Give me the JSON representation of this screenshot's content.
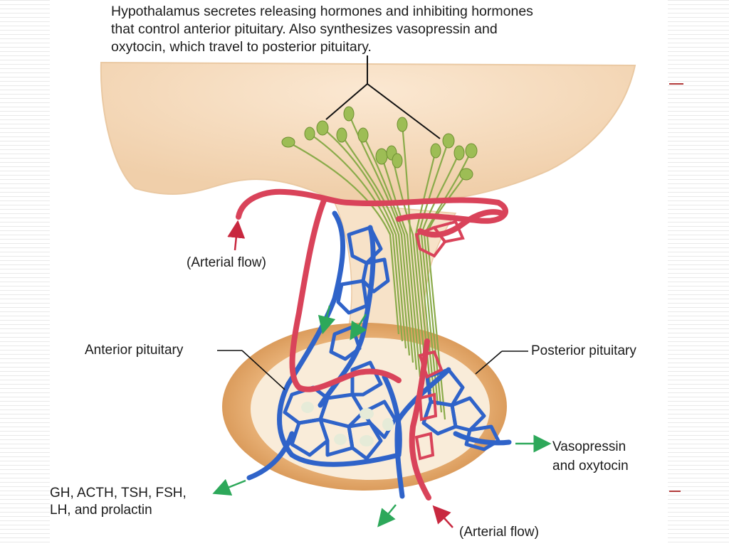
{
  "caption": {
    "line1": "Hypothalamus secretes releasing hormones and inhibiting hormones",
    "line2": "that control anterior pituitary.  Also synthesizes vasopressin and",
    "line3": "oxytocin, which travel to posterior pituitary."
  },
  "labels": {
    "arterial_top": "(Arterial flow)",
    "anterior_pituitary": "Anterior pituitary",
    "posterior_pituitary": "Posterior pituitary",
    "vasopressin_line1": "Vasopressin",
    "vasopressin_line2": "and oxytocin",
    "hormones_line1": "GH, ACTH, TSH, FSH,",
    "hormones_line2": "LH, and prolactin",
    "arterial_bottom": "(Arterial flow)"
  },
  "colors": {
    "artery": "#d9435a",
    "vein": "#2f63c9",
    "neuron": "#8aab4a",
    "arrow_out": "#2da85a",
    "arrow_in": "#c8283f",
    "hypothalamus": "#f6dcc0",
    "gland_outer": "#e3a567",
    "gland_inner": "#f9ecd9"
  }
}
